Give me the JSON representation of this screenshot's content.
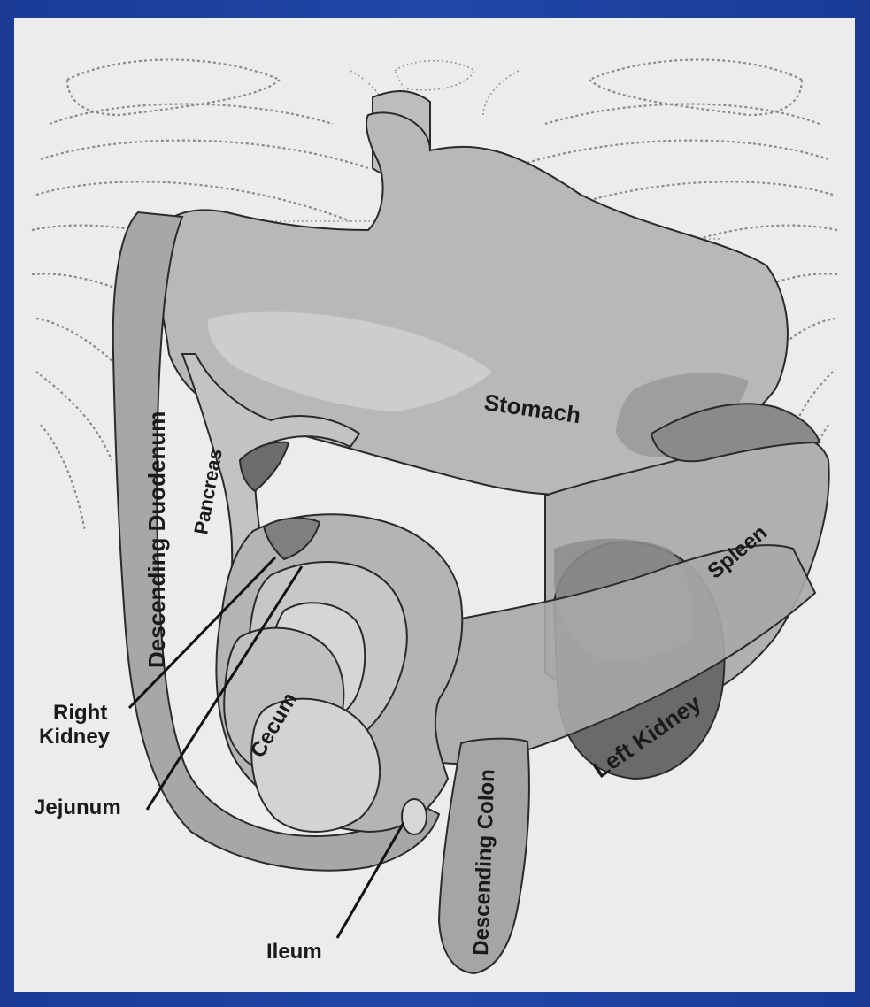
{
  "labels": {
    "stomach": "Stomach",
    "descending_duodenum": "Descending Duodenum",
    "pancreas": "Pancreas",
    "spleen": "Spleen",
    "right_kidney_line1": "Right",
    "right_kidney_line2": "Kidney",
    "cecum": "Cecum",
    "jejunum": "Jejunum",
    "left_kidney": "Left Kidney",
    "descending_colon": "Descending Colon",
    "ileum": "Ileum"
  },
  "colors": {
    "background_border": "#1d3f9a",
    "canvas": "#ececec",
    "organ_light": "#c8c8c8",
    "organ_mid": "#a8a8a8",
    "organ_dark": "#7a7a7a",
    "organ_darker": "#5f5f5f"
  }
}
